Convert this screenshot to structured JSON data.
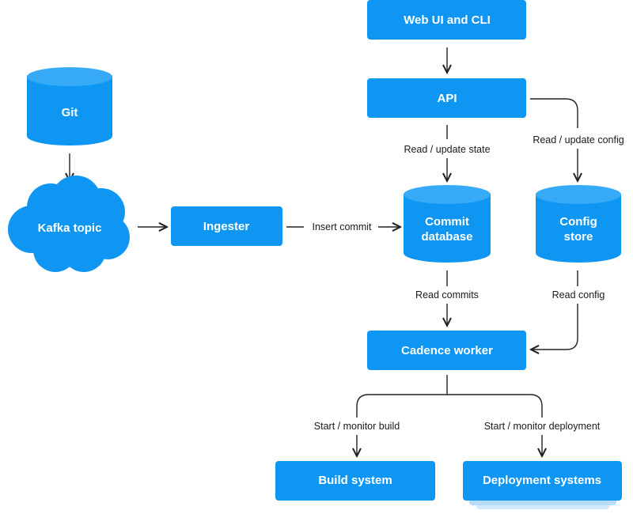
{
  "colors": {
    "node": "#0f96f2",
    "node_top": "#37aaf7",
    "shadow": "#b7dcf9",
    "edge": "#222222",
    "label": "#1a1a1a",
    "background": "#ffffff"
  },
  "nodes": {
    "git": "Git",
    "kafka": "Kafka topic",
    "ingester": "Ingester",
    "webui": "Web UI and CLI",
    "api": "API",
    "commitdb_line1": "Commit",
    "commitdb_line2": "database",
    "config_line1": "Config",
    "config_line2": "store",
    "cadence": "Cadence worker",
    "build": "Build system",
    "deploy": "Deployment systems"
  },
  "edges": {
    "insert_commit": "Insert commit",
    "read_update_state": "Read / update state",
    "read_update_config": "Read / update config",
    "read_commits": "Read commits",
    "read_config": "Read config",
    "start_build": "Start / monitor build",
    "start_deploy": "Start / monitor deployment"
  }
}
